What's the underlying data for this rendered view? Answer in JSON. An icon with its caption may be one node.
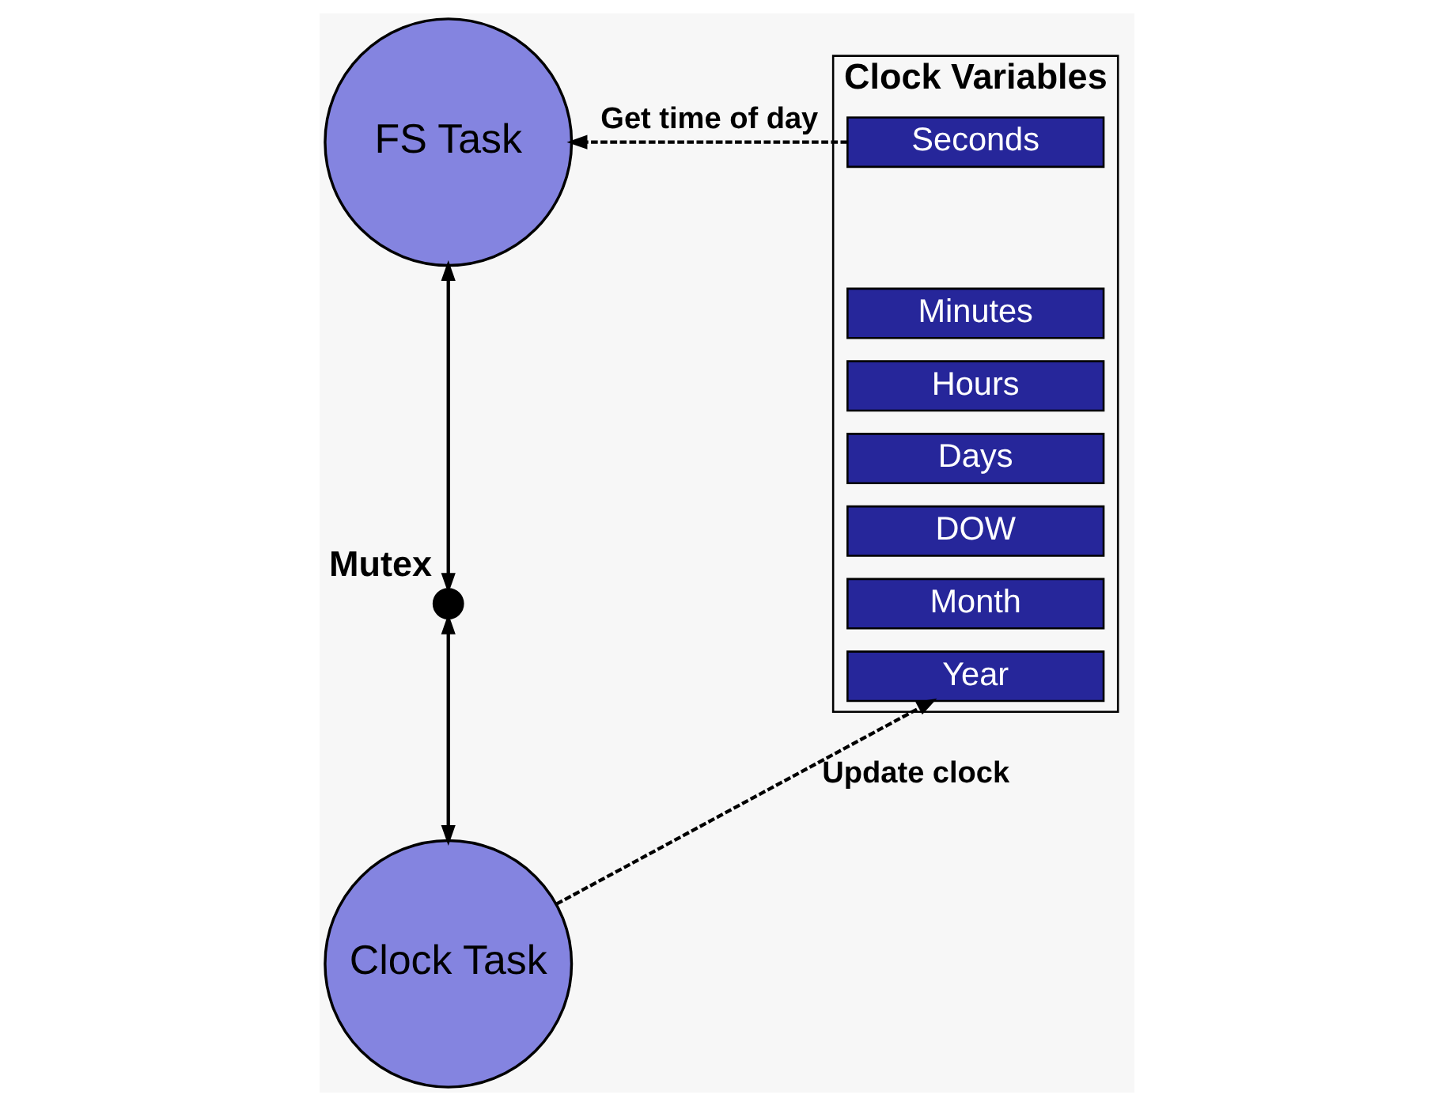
{
  "diagram": {
    "nodes": [
      {
        "text": [
          "FS Task"
        ]
      },
      {
        "text": [],
        "shape": "circle",
        "beside": [
          "Mutex"
        ]
      },
      {
        "text": [
          "Clock Task"
        ]
      },
      {
        "text": [],
        "shape": "box",
        "beside": [
          "Clock Variables"
        ]
      },
      {
        "text": [
          "Seconds"
        ],
        "in": 3
      },
      {
        "text": [
          "Minutes"
        ],
        "in": 3
      },
      {
        "text": [
          "Hours"
        ],
        "in": 3
      },
      {
        "text": [
          "Days"
        ],
        "in": 3
      },
      {
        "text": [
          "DOW"
        ],
        "in": 3
      },
      {
        "text": [
          "Month"
        ],
        "in": 3
      },
      {
        "text": [
          "Year"
        ],
        "in": 3
      }
    ],
    "edges": [
      {
        "from": 4,
        "to": 0,
        "arrow": "to",
        "style": "dashed",
        "label": "Get time of day"
      },
      {
        "from": 0,
        "to": 1,
        "arrow": "both"
      },
      {
        "from": 1,
        "to": 2,
        "arrow": "both"
      },
      {
        "from": 2,
        "to": 10,
        "arrow": "to",
        "style": "dashed",
        "label": "Update clock"
      }
    ]
  }
}
